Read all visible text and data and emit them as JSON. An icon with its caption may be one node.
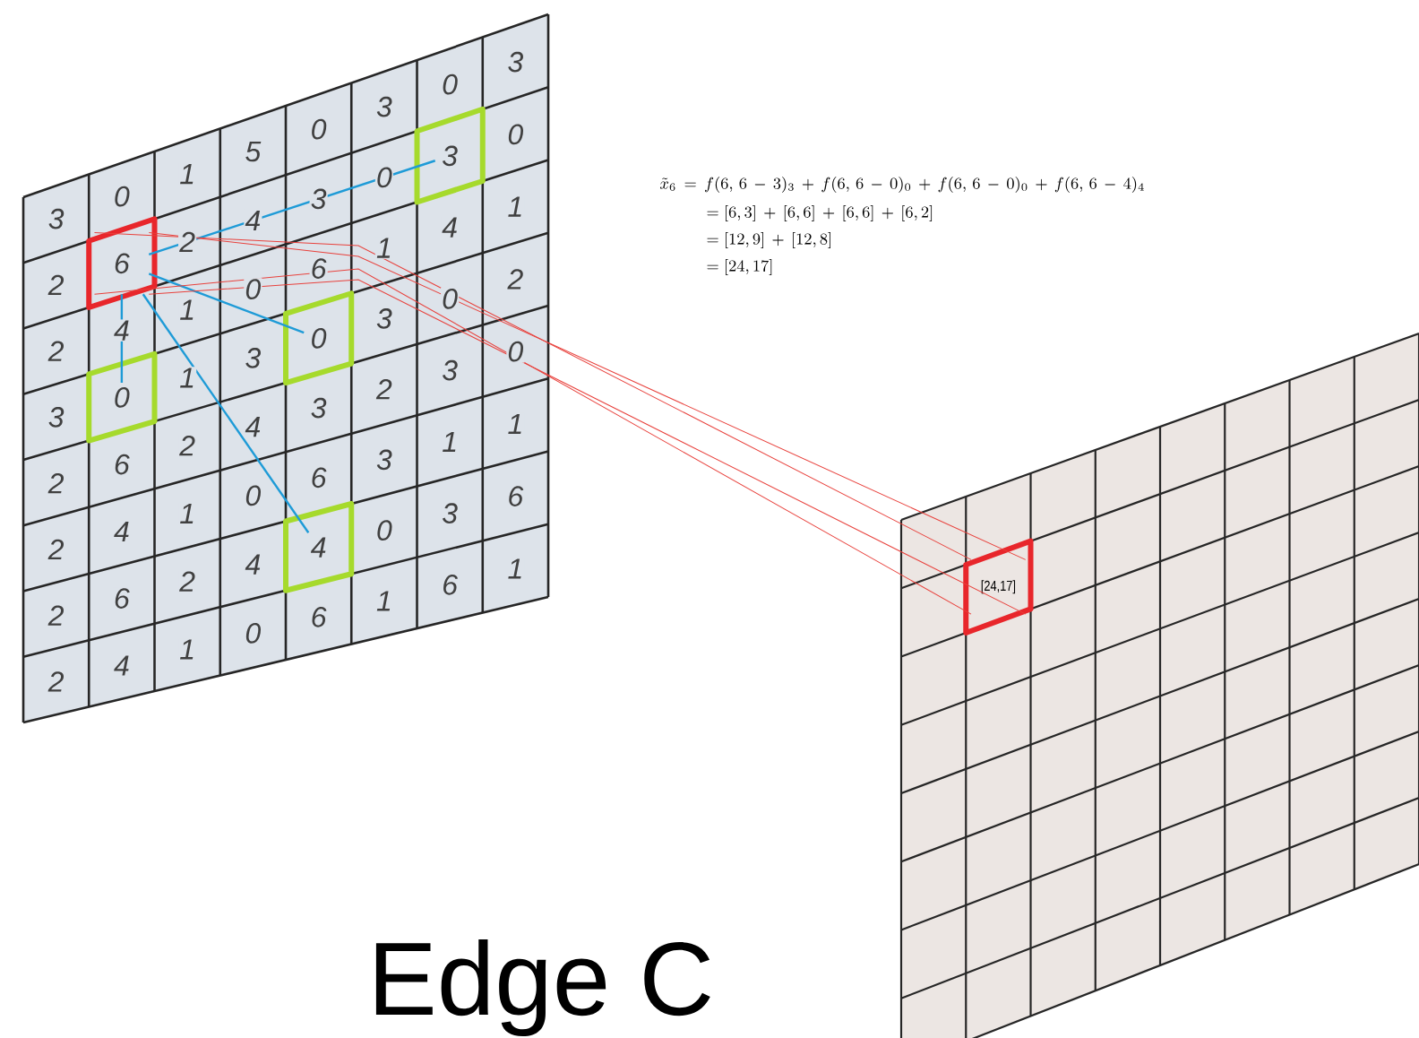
{
  "diagram": {
    "nodes": [
      {
        "text": [
          "6"
        ]
      },
      {
        "text": [
          "3"
        ]
      },
      {
        "text": [
          "0"
        ]
      },
      {
        "text": [
          "0"
        ]
      },
      {
        "text": [
          "4"
        ]
      },
      {
        "text": [
          "[24,17]"
        ]
      }
    ],
    "edges": [
      {
        "from": 0,
        "to": 1,
        "arrow": "none"
      },
      {
        "from": 0,
        "to": 2,
        "arrow": "none"
      },
      {
        "from": 0,
        "to": 3,
        "arrow": "none"
      },
      {
        "from": 0,
        "to": 4,
        "arrow": "none"
      },
      {
        "from": 0,
        "to": 5,
        "arrow": "none",
        "color": "#e8413c"
      },
      {
        "from": 0,
        "to": 5,
        "arrow": "none",
        "color": "#e8413c"
      },
      {
        "from": 0,
        "to": 5,
        "arrow": "none",
        "color": "#e8413c"
      },
      {
        "from": 0,
        "to": 5,
        "arrow": "none",
        "color": "#e8413c"
      }
    ],
    "labels": [
      "3",
      "0",
      "1",
      "5",
      "0",
      "3",
      "0",
      "3",
      "2",
      "2",
      "4",
      "3",
      "0",
      "0",
      "2",
      "4",
      "1",
      "0",
      "6",
      "1",
      "4",
      "1",
      "3",
      "1",
      "3",
      "3",
      "0",
      "2",
      "2",
      "6",
      "2",
      "4",
      "3",
      "2",
      "3",
      "0",
      "2",
      "4",
      "1",
      "0",
      "6",
      "3",
      "1",
      "1",
      "2",
      "6",
      "2",
      "4",
      "0",
      "3",
      "6",
      "2",
      "4",
      "1",
      "0",
      "6",
      "1",
      "6",
      "1",
      "\\tilde{x}_6 \\,=\\, f(6,\\, 6\\,-\\,3)_3 \\,+\\, f(6,\\, 6\\,-\\,0)_0 \\,+\\, f(6,\\, 6\\,-\\,0)_0 \\,+\\, f(6,\\, 6\\,-\\,4)_4",
      "= [6,3] \\,+\\, [6,6] \\,+\\, [6,6] \\,+\\, [6,2]",
      "= [12,9] \\,+\\, [12,8]",
      "= [24,17]",
      "Edge C"
    ]
  }
}
